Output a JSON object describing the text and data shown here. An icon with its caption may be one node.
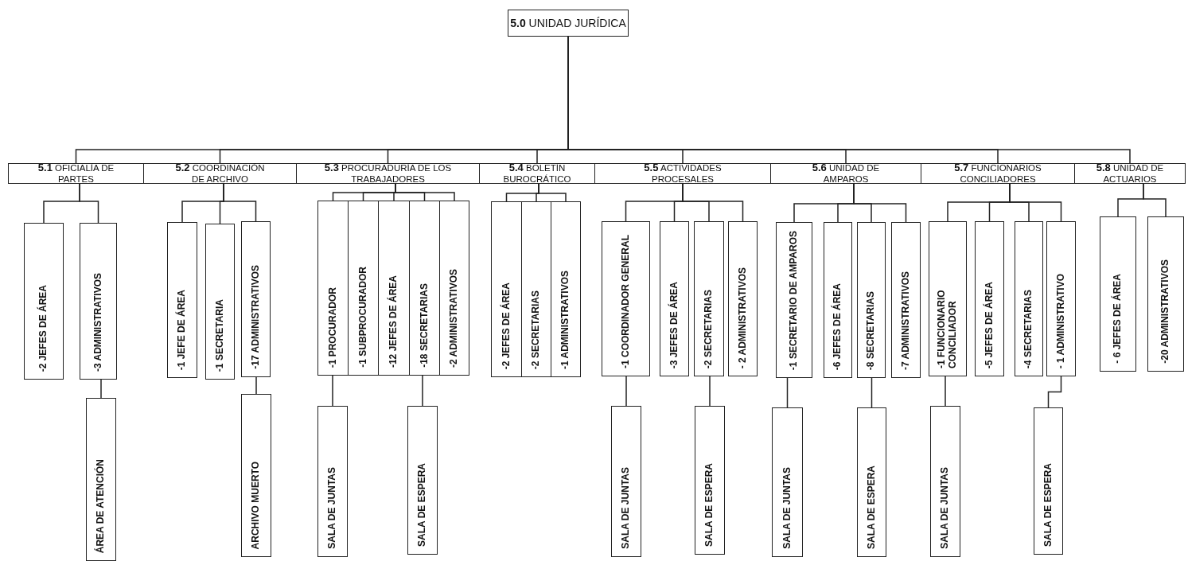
{
  "diagram": {
    "nodes": [
      {
        "text": [
          "**5.0** UNIDAD JURÍDICA"
        ]
      },
      {
        "text": [
          "**5.1** OFICIALÍA DE PARTES"
        ]
      },
      {
        "text": [
          "**5.2** COORDINACIÓN DE ARCHIVO"
        ]
      },
      {
        "text": [
          "**5.3** PROCURADURÍA DE LOS TRABAJADORES"
        ]
      },
      {
        "text": [
          "**5.4** BOLETÍN BUROCRÁTICO"
        ]
      },
      {
        "text": [
          "**5.5** ACTIVIDADES PROCESALES"
        ]
      },
      {
        "text": [
          "**5.6** UNIDAD DE AMPAROS"
        ]
      },
      {
        "text": [
          "**5.7** FUNCIONARIOS CONCILIADORES"
        ]
      },
      {
        "text": [
          "**5.8** UNIDAD DE ACTUARIOS"
        ]
      },
      {
        "text": [
          "-2 JEFES DE ÁREA"
        ]
      },
      {
        "text": [
          "-3 ADMINISTRATIVOS"
        ]
      },
      {
        "text": [
          "ÁREA DE ATENCIÓN"
        ]
      },
      {
        "text": [
          "-1 JEFE DE ÁREA"
        ]
      },
      {
        "text": [
          "-1 SECRETARIA"
        ]
      },
      {
        "text": [
          "-17 ADMINISTRATIVOS"
        ]
      },
      {
        "text": [
          "ARCHIVO MUERTO"
        ]
      },
      {
        "text": [
          "-1 PROCURADOR"
        ]
      },
      {
        "text": [
          "-1 SUBPROCURADOR"
        ]
      },
      {
        "text": [
          "-12 JEFES DE ÁREA"
        ]
      },
      {
        "text": [
          "-18 SECRETARIAS"
        ]
      },
      {
        "text": [
          "-2 ADMINISTRATIVOS"
        ]
      },
      {
        "text": [
          "SALA DE JUNTAS"
        ]
      },
      {
        "text": [
          "SALA DE ESPERA"
        ]
      },
      {
        "text": [
          "-2 JEFES DE ÁREA"
        ]
      },
      {
        "text": [
          "-2 SECRETARIAS"
        ]
      },
      {
        "text": [
          "-1 ADMINISTRATIVOS"
        ]
      },
      {
        "text": [
          "-1 COORDINADOR GENERAL"
        ]
      },
      {
        "text": [
          "-3 JEFES DE ÁREA"
        ]
      },
      {
        "text": [
          "-2 SECRETARIAS"
        ]
      },
      {
        "text": [
          "- 2 ADMINISTRATIVOS"
        ]
      },
      {
        "text": [
          "SALA DE JUNTAS"
        ]
      },
      {
        "text": [
          "SALA DE ESPERA"
        ]
      },
      {
        "text": [
          "-1 SECRETARIO DE AMPAROS"
        ]
      },
      {
        "text": [
          "-6 JEFES DE ÁREA"
        ]
      },
      {
        "text": [
          "-8 SECRETARIAS"
        ]
      },
      {
        "text": [
          "-7 ADMINISTRATIVOS"
        ]
      },
      {
        "text": [
          "SALA DE JUNTAS"
        ]
      },
      {
        "text": [
          "SALA DE ESPERA"
        ]
      },
      {
        "text": [
          "-1 FUNCIONARIO CONCILIADOR"
        ]
      },
      {
        "text": [
          "-5 JEFES DE ÁREA"
        ]
      },
      {
        "text": [
          "-4 SECRETARIAS"
        ]
      },
      {
        "text": [
          "- 1 ADMINISTRATIVO"
        ]
      },
      {
        "text": [
          "SALA DE JUNTAS"
        ]
      },
      {
        "text": [
          "SALA DE ESPERA"
        ]
      },
      {
        "text": [
          "- 6 JEFES DE ÁREA"
        ]
      },
      {
        "text": [
          "-20 ADMINISTRATIVOS"
        ]
      }
    ],
    "edges": [
      {
        "from": 0,
        "to": 1,
        "arrow": "none"
      },
      {
        "from": 0,
        "to": 2,
        "arrow": "none"
      },
      {
        "from": 0,
        "to": 3,
        "arrow": "none"
      },
      {
        "from": 0,
        "to": 4,
        "arrow": "none"
      },
      {
        "from": 0,
        "to": 5,
        "arrow": "none"
      },
      {
        "from": 0,
        "to": 6,
        "arrow": "none"
      },
      {
        "from": 0,
        "to": 7,
        "arrow": "none"
      },
      {
        "from": 0,
        "to": 8,
        "arrow": "none"
      },
      {
        "from": 1,
        "to": 9,
        "arrow": "none"
      },
      {
        "from": 1,
        "to": 10,
        "arrow": "none"
      },
      {
        "from": 10,
        "to": 11,
        "arrow": "none"
      },
      {
        "from": 2,
        "to": 12,
        "arrow": "none"
      },
      {
        "from": 2,
        "to": 13,
        "arrow": "none"
      },
      {
        "from": 2,
        "to": 14,
        "arrow": "none"
      },
      {
        "from": 14,
        "to": 15,
        "arrow": "none"
      },
      {
        "from": 3,
        "to": 16,
        "arrow": "none"
      },
      {
        "from": 3,
        "to": 17,
        "arrow": "none"
      },
      {
        "from": 3,
        "to": 18,
        "arrow": "none"
      },
      {
        "from": 3,
        "to": 19,
        "arrow": "none"
      },
      {
        "from": 3,
        "to": 20,
        "arrow": "none"
      },
      {
        "from": 16,
        "to": 21,
        "arrow": "none"
      },
      {
        "from": 19,
        "to": 22,
        "arrow": "none"
      },
      {
        "from": 4,
        "to": 23,
        "arrow": "none"
      },
      {
        "from": 4,
        "to": 24,
        "arrow": "none"
      },
      {
        "from": 4,
        "to": 25,
        "arrow": "none"
      },
      {
        "from": 5,
        "to": 26,
        "arrow": "none"
      },
      {
        "from": 5,
        "to": 27,
        "arrow": "none"
      },
      {
        "from": 5,
        "to": 28,
        "arrow": "none"
      },
      {
        "from": 5,
        "to": 29,
        "arrow": "none"
      },
      {
        "from": 26,
        "to": 30,
        "arrow": "none"
      },
      {
        "from": 28,
        "to": 31,
        "arrow": "none"
      },
      {
        "from": 6,
        "to": 32,
        "arrow": "none"
      },
      {
        "from": 6,
        "to": 33,
        "arrow": "none"
      },
      {
        "from": 6,
        "to": 34,
        "arrow": "none"
      },
      {
        "from": 6,
        "to": 35,
        "arrow": "none"
      },
      {
        "from": 32,
        "to": 36,
        "arrow": "none"
      },
      {
        "from": 34,
        "to": 37,
        "arrow": "none"
      },
      {
        "from": 7,
        "to": 38,
        "arrow": "none"
      },
      {
        "from": 7,
        "to": 39,
        "arrow": "none"
      },
      {
        "from": 7,
        "to": 40,
        "arrow": "none"
      },
      {
        "from": 7,
        "to": 41,
        "arrow": "none"
      },
      {
        "from": 38,
        "to": 42,
        "arrow": "none"
      },
      {
        "from": 41,
        "to": 43,
        "arrow": "none"
      },
      {
        "from": 8,
        "to": 44,
        "arrow": "none"
      },
      {
        "from": 8,
        "to": 45,
        "arrow": "none"
      }
    ]
  }
}
